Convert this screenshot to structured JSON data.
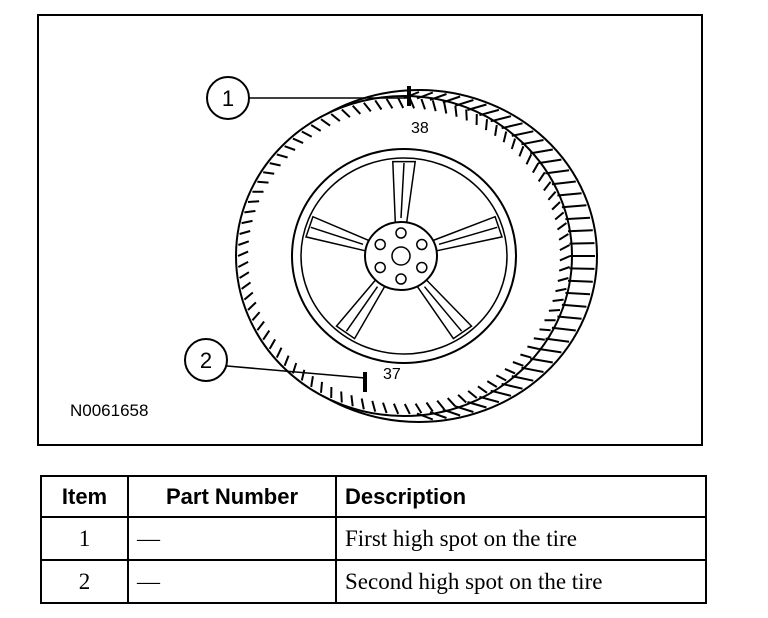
{
  "figure": {
    "id": "N0061658",
    "callouts": [
      {
        "label": "1",
        "mark": "38"
      },
      {
        "label": "2",
        "mark": "37"
      }
    ]
  },
  "table": {
    "headers": {
      "item": "Item",
      "part_number": "Part Number",
      "description": "Description"
    },
    "rows": [
      {
        "item": "1",
        "part_number": "—",
        "description": "First high spot on the tire"
      },
      {
        "item": "2",
        "part_number": "—",
        "description": "Second high spot on the tire"
      }
    ]
  }
}
